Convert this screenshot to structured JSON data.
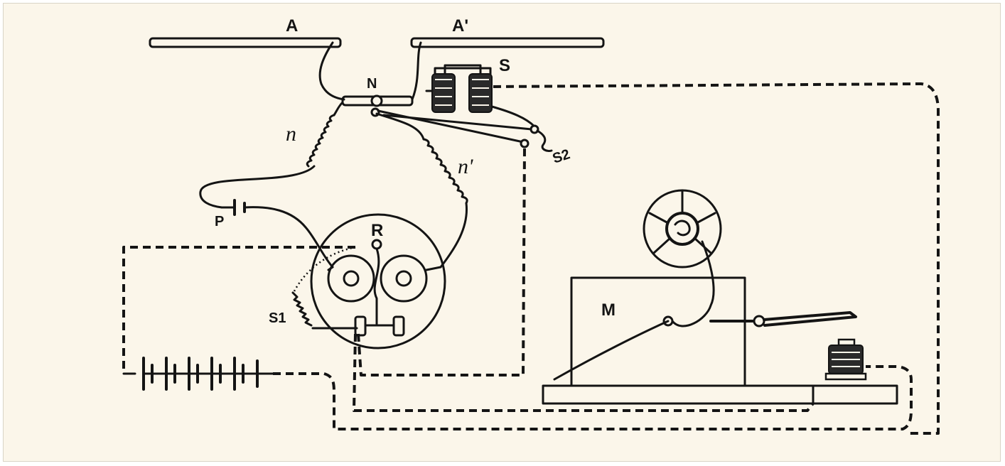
{
  "labels": {
    "plate_a": "A",
    "plate_a_prime": "A'",
    "coherer": "N",
    "relay_magnet": "S",
    "contact_s2": "S2",
    "coil_n": "n",
    "coil_n_prime": "n'",
    "cell_p": "P",
    "relay_r": "R",
    "resistance_s1": "S1",
    "morse_m": "M"
  },
  "colors": {
    "background": "#fbf6ea",
    "ink": "#141414",
    "border": "#d9d4c6"
  }
}
